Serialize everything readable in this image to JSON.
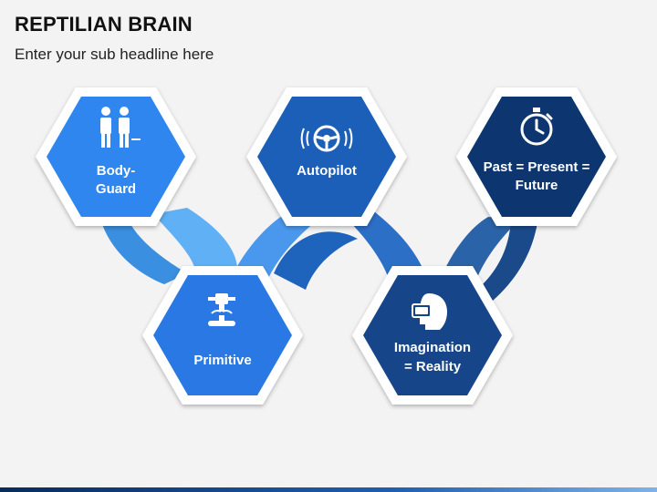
{
  "header": {
    "title": "REPTILIAN BRAIN",
    "subtitle": "Enter your sub headline here"
  },
  "colors": {
    "background": "#f3f3f3",
    "bodyguard": "#2e86ee",
    "primitive": "#2a78e4",
    "autopilot": "#1a5fb8",
    "imagination": "#12448a",
    "past": "#0d3570",
    "outline": "#ffffff"
  },
  "nodes": [
    {
      "id": "bodyguard",
      "icon": "people-icon",
      "lines": [
        "Body-",
        "Guard"
      ]
    },
    {
      "id": "primitive",
      "icon": "robot-icon",
      "lines": [
        "Primitive"
      ]
    },
    {
      "id": "autopilot",
      "icon": "steering-wheel-icon",
      "lines": [
        "Autopilot"
      ]
    },
    {
      "id": "imagination",
      "icon": "vr-headset-icon",
      "lines": [
        "Imagination",
        "= Reality"
      ]
    },
    {
      "id": "past",
      "icon": "stopwatch-icon",
      "lines": [
        "Past = Present =",
        "Future"
      ]
    }
  ]
}
